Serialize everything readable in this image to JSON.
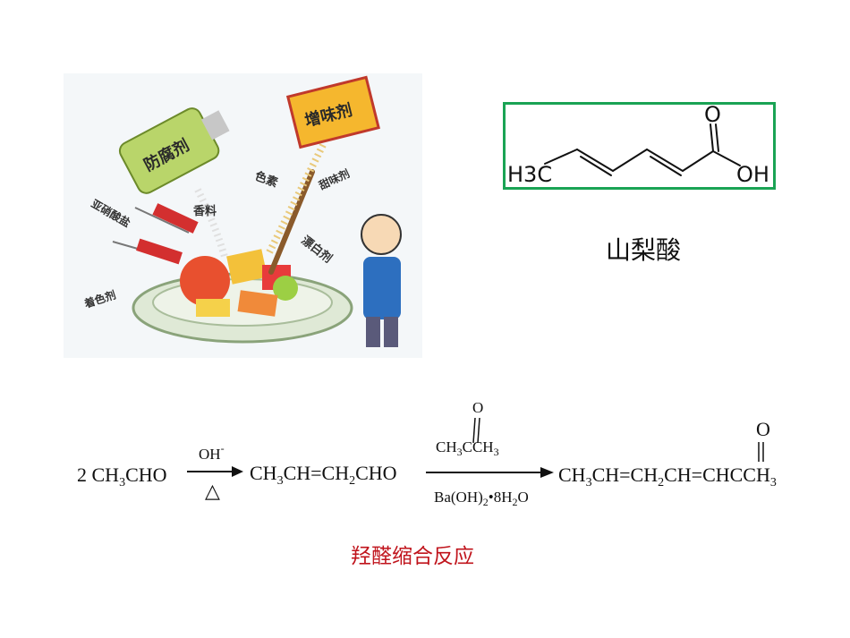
{
  "cartoon": {
    "labels": {
      "preservative": "防腐剂",
      "flavor_enhancer": "增味剂",
      "colorant": "色素",
      "spice": "香料",
      "sweetener": "甜味剂",
      "nitrite": "亚硝酸盐",
      "bleach": "漂白剂",
      "coloring_agent": "着色剂"
    }
  },
  "structure": {
    "atom_h3c": "H3C",
    "atom_o": "O",
    "atom_oh": "OH"
  },
  "compound_name": "山梨酸",
  "reaction": {
    "coef": "2",
    "reactant": "CH3CHO",
    "cond1_top": "OH",
    "cond1_top_sup": "-",
    "cond1_bottom": "△",
    "intermediate": "CH3CH=CH2CHO",
    "reagent_o": "O",
    "reagent": "CH3CCH3",
    "cond2_bottom": "Ba(OH)2•8H2O",
    "product_o": "O",
    "product": "CH3CH=CH2CH=CHCCH3"
  },
  "reaction_name": "羟醛缩合反应",
  "colors": {
    "box_border": "#1aa354",
    "reaction_name": "#c0141c"
  }
}
